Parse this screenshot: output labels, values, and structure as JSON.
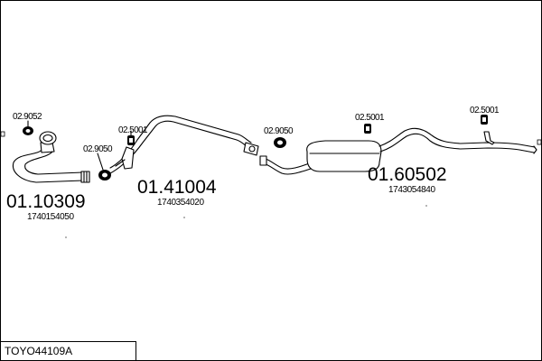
{
  "diagram": {
    "title": "TOYO44109A",
    "sections": [
      {
        "part_number": "01.10309",
        "oe_number": "1740154050"
      },
      {
        "part_number": "01.41004",
        "oe_number": "1740354020"
      },
      {
        "part_number": "01.60502",
        "oe_number": "1743054840"
      }
    ],
    "accessories": [
      {
        "code": "02.9052"
      },
      {
        "code": "02.9050"
      },
      {
        "code": "02.5001"
      },
      {
        "code": "02.9050"
      },
      {
        "code": "02.5001"
      },
      {
        "code": "02.5001"
      }
    ]
  }
}
